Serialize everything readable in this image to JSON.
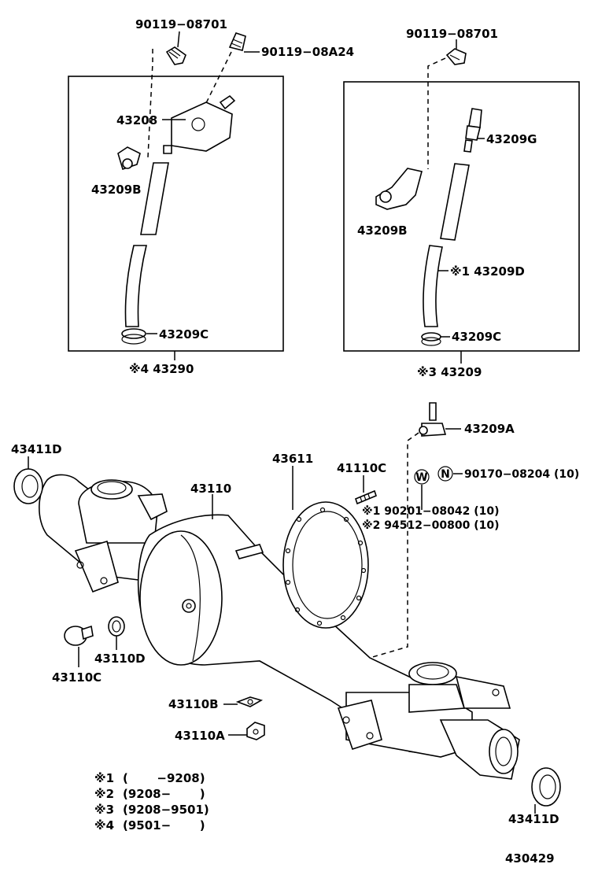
{
  "labels": {
    "p_90119_08701_l": "90119−08701",
    "p_90119_08a24": "90119−08A24",
    "p_43208": "43208",
    "p_43209b_l": "43209B",
    "p_43209c_l": "43209C",
    "p_43290": "※4 43290",
    "p_90119_08701_r": "90119−08701",
    "p_43209g": "43209G",
    "p_43209b_r": "43209B",
    "p_43209d": "※1 43209D",
    "p_43209c_r": "43209C",
    "p_43209": "※3 43209",
    "p_43209a": "43209A",
    "p_43411d_l": "43411D",
    "p_43611": "43611",
    "p_41110c": "41110C",
    "p_43110": "43110",
    "p_90170": "90170−08204 (10)",
    "p_90201": "※1 90201−08042 (10)",
    "p_94512": "※2 94512−00800 (10)",
    "p_43110d": "43110D",
    "p_43110c": "43110C",
    "p_43110b": "43110B",
    "p_43110a": "43110A",
    "p_43411d_r": "43411D",
    "diagram_id": "430429",
    "w_symbol": "W",
    "n_symbol": "N"
  },
  "legend": [
    {
      "key": "※1",
      "range": "(       −9208)"
    },
    {
      "key": "※2",
      "range": "(9208−       )"
    },
    {
      "key": "※3",
      "range": "(9208−9501)"
    },
    {
      "key": "※4",
      "range": "(9501−       )"
    }
  ]
}
